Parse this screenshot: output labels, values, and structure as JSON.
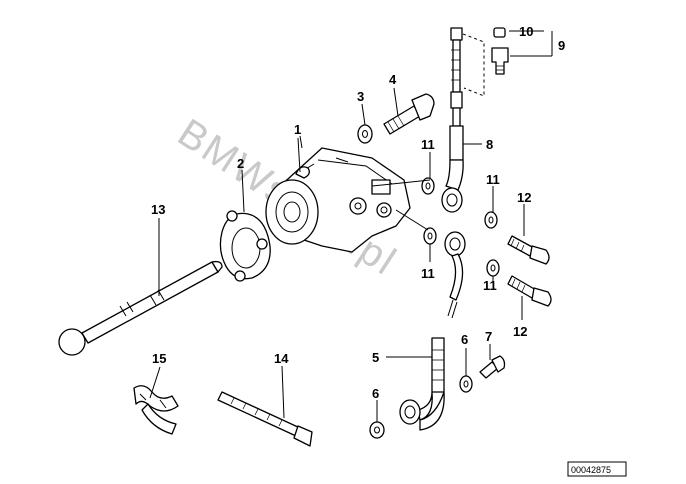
{
  "diagram": {
    "watermark": "BMWstore.pl",
    "reference_number": "00042875",
    "callouts": [
      "1",
      "2",
      "3",
      "4",
      "5",
      "6",
      "6",
      "7",
      "8",
      "9",
      "10",
      "11",
      "11",
      "11",
      "11",
      "12",
      "12",
      "13",
      "14",
      "15"
    ]
  }
}
